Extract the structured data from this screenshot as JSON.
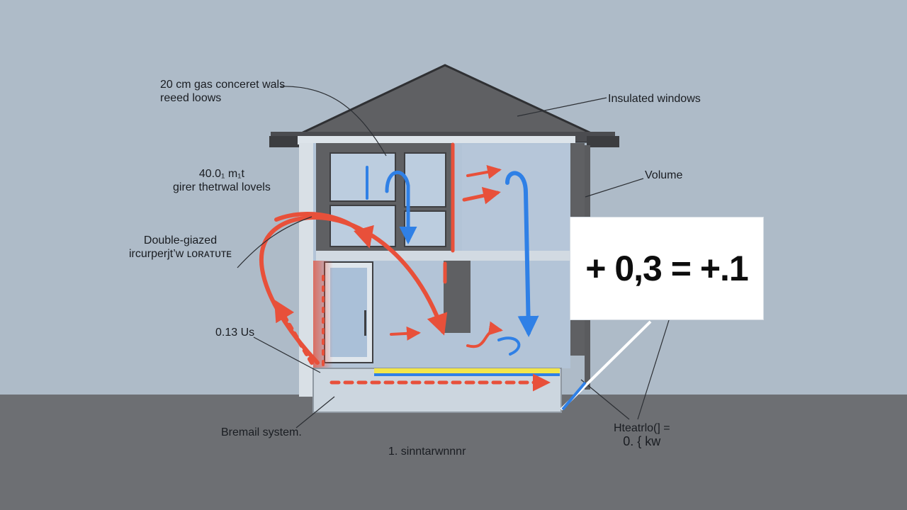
{
  "colors": {
    "sky": "#aebbc8",
    "ground": "#6d6f73",
    "house_dark": "#5f6063",
    "glass": "#b9c9db",
    "heat": "#e8503a",
    "cool": "#2f80e6",
    "floor_heating": "#f2e64a"
  },
  "labels": {
    "walls": [
      "20 cm gas conceret wals",
      "reeed loows"
    ],
    "windows": "Insulated windows",
    "thermal": [
      "40.0₁ m₁t",
      "girer thetrwal lovels"
    ],
    "volume": "Volume",
    "glazing": [
      "Double-giazed",
      "ircurperjt’ᴡ ʟᴏʀᴀᴛᴜᴛᴇ"
    ],
    "u_value": "0.13 Us",
    "system": "Bremail system.",
    "underfloor": "1. sinntarwnnnr",
    "heat_load": [
      "Hteatrlo(] =",
      "0. { kw"
    ]
  },
  "result": {
    "formula": "+ 0,3 = +.1"
  }
}
